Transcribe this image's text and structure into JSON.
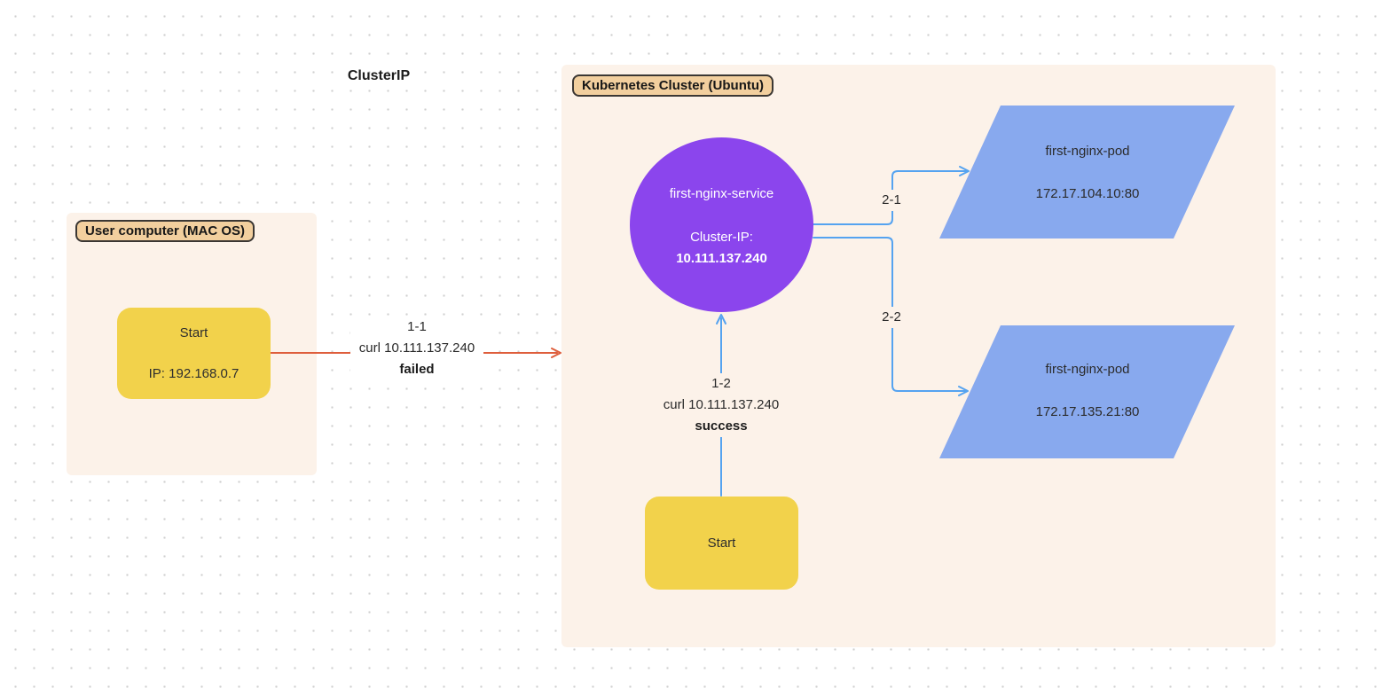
{
  "title": "ClusterIP",
  "left_container": {
    "label": "User computer (MAC OS)",
    "start_node": {
      "title": "Start",
      "ip": "IP: 192.168.0.7"
    }
  },
  "cluster_container": {
    "label": "Kubernetes Cluster (Ubuntu)",
    "service_node": {
      "name": "first-nginx-service",
      "subtitle": "Cluster-IP:",
      "ip": "10.111.137.240"
    },
    "pods": [
      {
        "name": "first-nginx-pod",
        "address": "172.17.104.10:80"
      },
      {
        "name": "first-nginx-pod",
        "address": "172.17.135.21:80"
      }
    ],
    "start_node": {
      "title": "Start"
    }
  },
  "edges": {
    "user_to_service": {
      "id": "1-1",
      "command": "curl 10.111.137.240",
      "status": "failed"
    },
    "start_to_service": {
      "id": "1-2",
      "command": "curl 10.111.137.240",
      "status": "success"
    },
    "service_to_pod1": {
      "id": "2-1"
    },
    "service_to_pod2": {
      "id": "2-2"
    }
  },
  "colors": {
    "node_yellow": "#f2d24b",
    "service_purple": "#8b45ed",
    "pod_blue": "#88a9ee",
    "container_bg": "#fcf2e9",
    "group_label_bg": "#f2cf9e",
    "arrow_red": "#de5e3c",
    "arrow_blue": "#55a3f0"
  }
}
